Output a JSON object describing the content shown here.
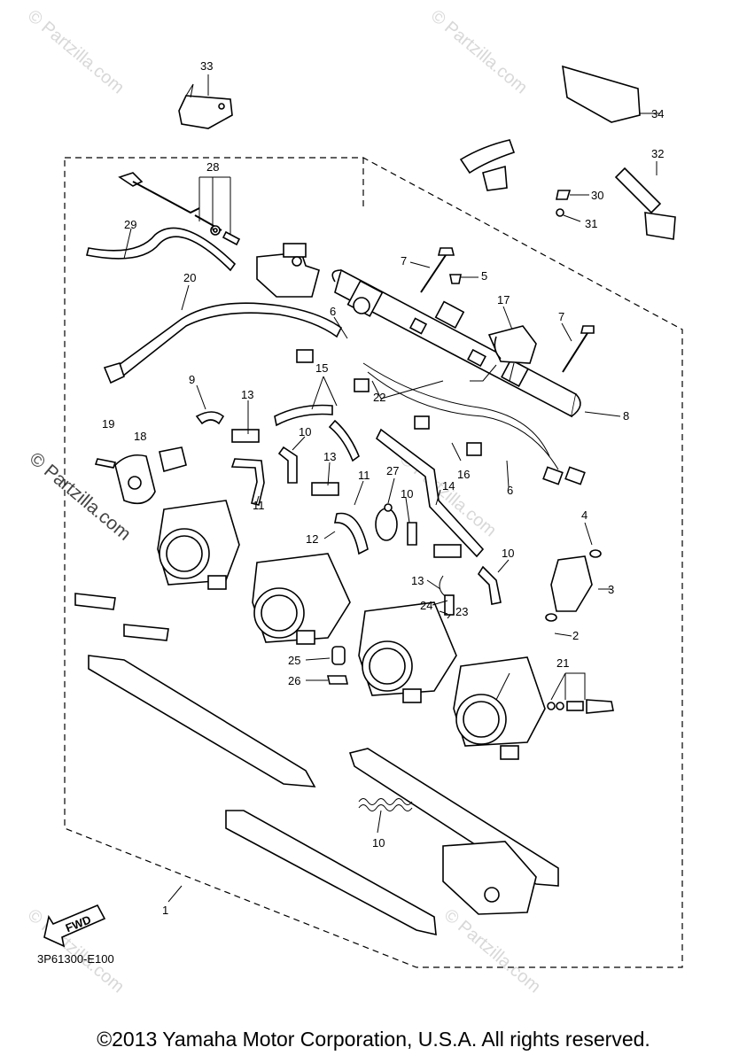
{
  "diagram": {
    "code": "3P61300-E100",
    "fwd_label": "FWD",
    "copyright": "©2013 Yamaha Motor Corporation, U.S.A. All rights reserved.",
    "watermark_text": "© Partzilla.com",
    "callouts": [
      "1",
      "2",
      "3",
      "4",
      "5",
      "6",
      "6",
      "7",
      "7",
      "8",
      "9",
      "10",
      "10",
      "10",
      "10",
      "11",
      "11",
      "12",
      "13",
      "13",
      "13",
      "14",
      "15",
      "16",
      "17",
      "18",
      "19",
      "20",
      "21",
      "22",
      "23",
      "24",
      "25",
      "26",
      "27",
      "28",
      "29",
      "30",
      "31",
      "32",
      "33",
      "34"
    ]
  }
}
